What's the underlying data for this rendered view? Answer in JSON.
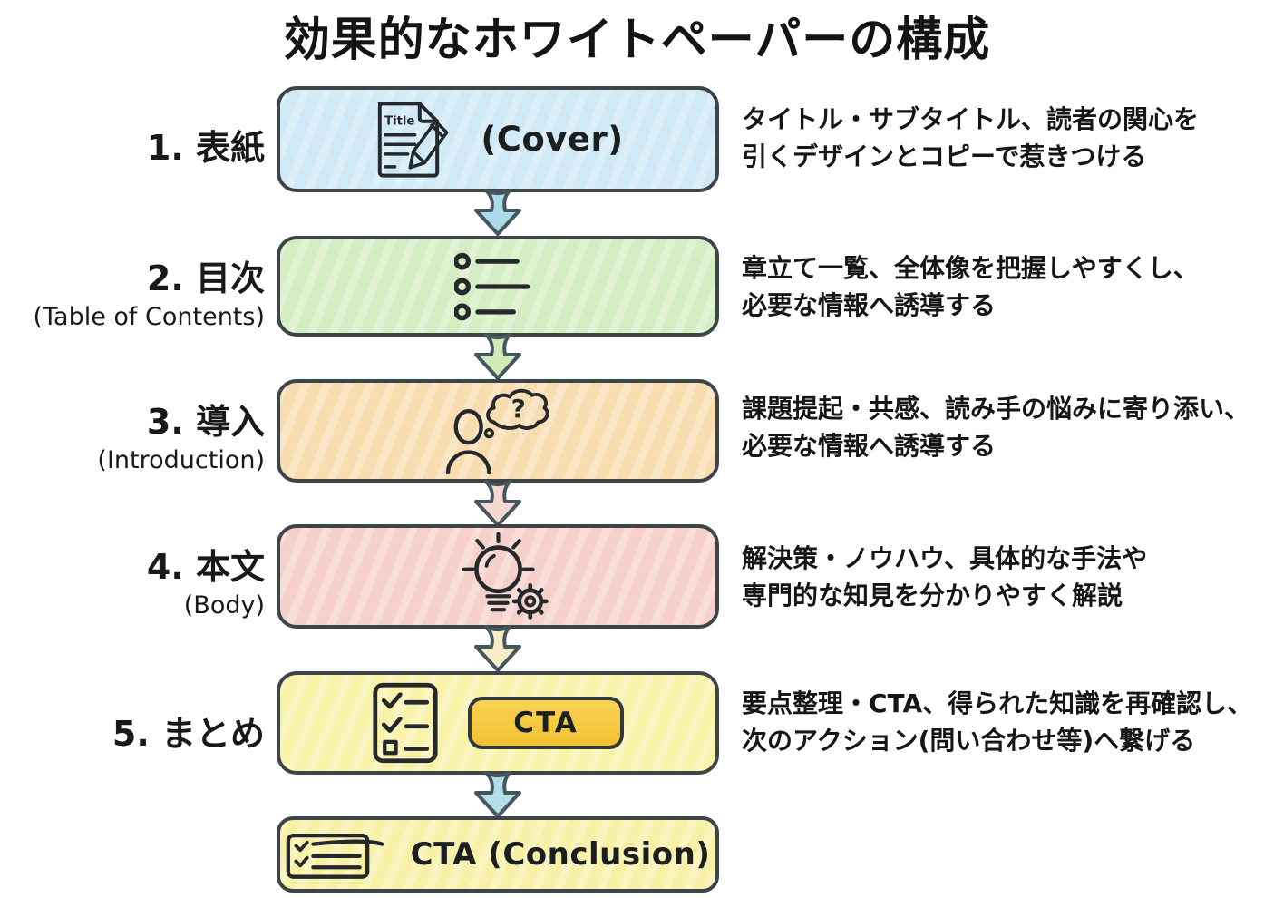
{
  "title": "効果的なホワイトペーパーの構成",
  "palette": {
    "box_border": "#3e4549",
    "cover_fill": "#cde8f6",
    "toc_fill": "#d3ecbf",
    "intro_fill": "#f8dcad",
    "body_fill": "#f6cec8",
    "summary_fill": "#f9f1a6",
    "conclusion_fill": "#f8f0a4",
    "cta_fill": "#f6c93f",
    "arrow1_fill": "#abdbe9",
    "arrow2_fill": "#cfeab4",
    "arrow3_fill": "#f7d7d2",
    "arrow4_fill": "#f6ecc8",
    "arrow5_fill": "#b4dde9",
    "arrow_stroke": "#46565e",
    "icon_stroke": "#26292b"
  },
  "steps": [
    {
      "label": "1. 表紙",
      "sub_label": "",
      "box_text": "(Cover)",
      "icon": "document-title-pencil-icon",
      "icon_text": "Title",
      "desc1": "タイトル・サブタイトル、読者の関心を",
      "desc2": "引くデザインとコピーで惹きつける"
    },
    {
      "label": "2. 目次",
      "sub_label": "(Table of Contents)",
      "box_text": "",
      "icon": "bullet-list-icon",
      "desc1": "章立て一覧、全体像を把握しやすくし、",
      "desc2": "必要な情報へ誘導する"
    },
    {
      "label": "3. 導入",
      "sub_label": "(Introduction)",
      "box_text": "",
      "icon": "thinking-person-icon",
      "icon_text": "?",
      "desc1": "課題提起・共感、読み手の悩みに寄り添い、",
      "desc2": "必要な情報へ誘導する"
    },
    {
      "label": "4. 本文",
      "sub_label": "(Body)",
      "box_text": "",
      "icon": "lightbulb-gear-icon",
      "desc1": "解決策・ノウハウ、具体的な手法や",
      "desc2": "専門的な知見を分かりやすく解説"
    },
    {
      "label": "5. まとめ",
      "sub_label": "",
      "box_text": "",
      "icon": "checklist-icon",
      "cta_label": "CTA",
      "desc1": "要点整理・CTA、得られた知識を再確認し、",
      "desc2": "次のアクション(問い合わせ等)へ繋げる"
    }
  ],
  "final_box": {
    "icon": "checklist-lines-icon",
    "text": "CTA (Conclusion)"
  }
}
